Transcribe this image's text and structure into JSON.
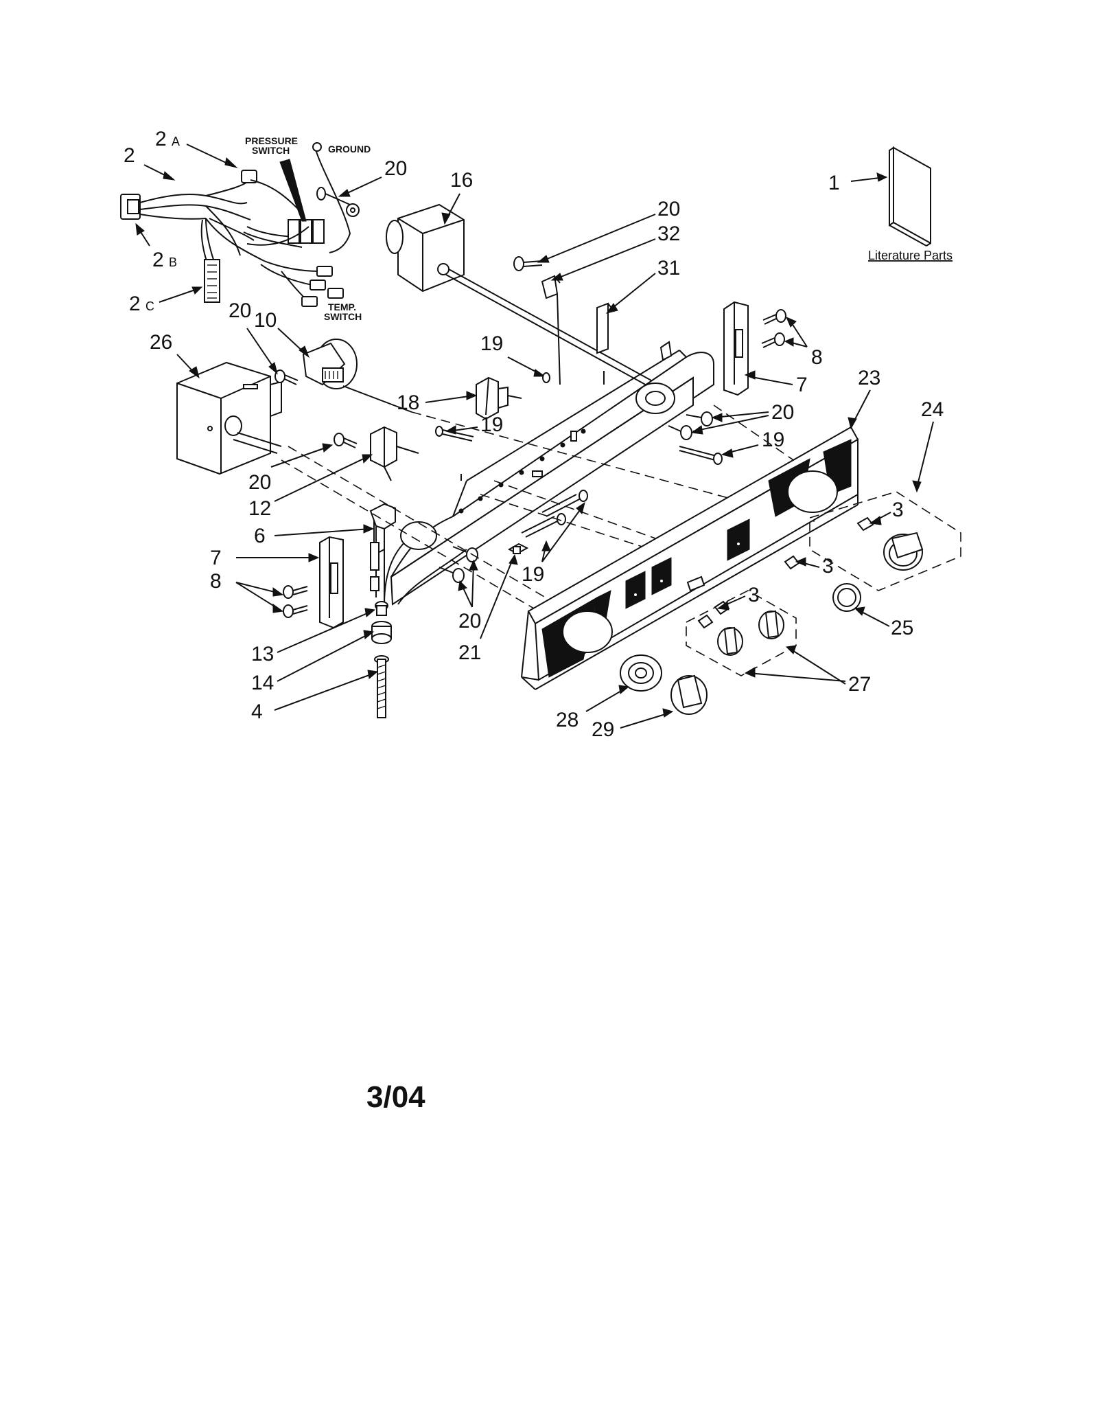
{
  "callouts": {
    "c1": "1",
    "c2": "2",
    "c2a": "2",
    "c2a_sub": "A",
    "c2b": "2",
    "c2b_sub": "B",
    "c2c": "2",
    "c2c_sub": "C",
    "c3": "3",
    "c4": "4",
    "c6": "6",
    "c7": "7",
    "c8": "8",
    "c10": "10",
    "c12": "12",
    "c13": "13",
    "c14": "14",
    "c16": "16",
    "c18": "18",
    "c19": "19",
    "c20": "20",
    "c21": "21",
    "c23": "23",
    "c24": "24",
    "c25": "25",
    "c26": "26",
    "c27": "27",
    "c28": "28",
    "c29": "29",
    "c31": "31",
    "c32": "32"
  },
  "labels": {
    "pressure": "PRESSURE",
    "switch": "SWITCH",
    "ground": "GROUND",
    "temp": "TEMP.",
    "temp_switch": "SWITCH",
    "literature_parts": "Literature Parts"
  },
  "date_code": "3/04"
}
